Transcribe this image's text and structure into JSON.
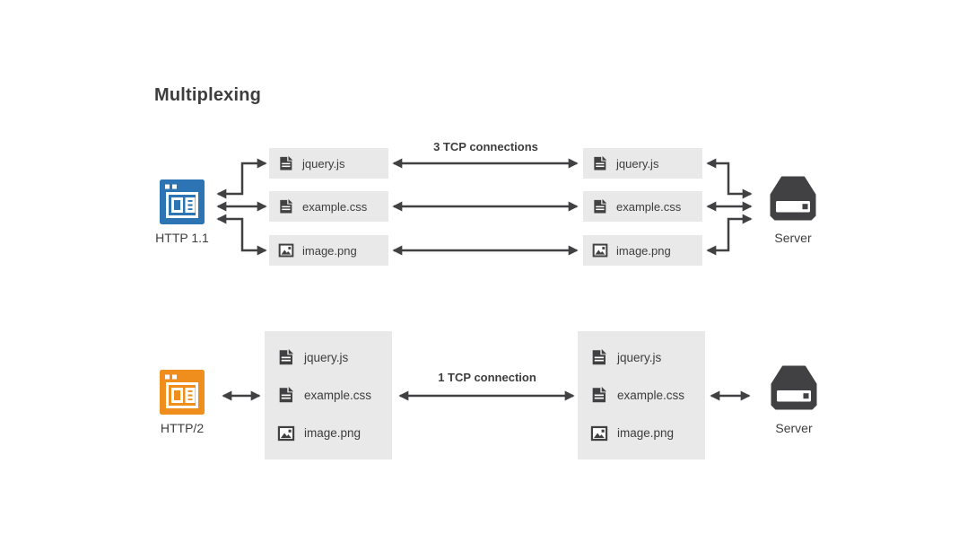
{
  "title": "Multiplexing",
  "colors": {
    "blue": "#2d74b5",
    "orange": "#ef8e1d",
    "dark": "#414042",
    "box-bg": "#e9e9e9",
    "text": "#3d3d3d"
  },
  "icons": {
    "client": "browser-window-icon",
    "script_file": "file-document-icon",
    "image_file": "image-icon",
    "server": "server-icon",
    "connection": "double-headed-arrow"
  },
  "http11": {
    "client": {
      "label": "HTTP 1.1"
    },
    "connection_label": "3 TCP connections",
    "server": {
      "label": "Server"
    },
    "client_files": [
      {
        "name": "jquery.js",
        "icon": "file-document-icon"
      },
      {
        "name": "example.css",
        "icon": "file-document-icon"
      },
      {
        "name": "image.png",
        "icon": "image-icon"
      }
    ],
    "server_files": [
      {
        "name": "jquery.js",
        "icon": "file-document-icon"
      },
      {
        "name": "example.css",
        "icon": "file-document-icon"
      },
      {
        "name": "image.png",
        "icon": "image-icon"
      }
    ]
  },
  "http2": {
    "client": {
      "label": "HTTP/2"
    },
    "connection_label": "1 TCP connection",
    "server": {
      "label": "Server"
    },
    "client_files": [
      {
        "name": "jquery.js",
        "icon": "file-document-icon"
      },
      {
        "name": "example.css",
        "icon": "file-document-icon"
      },
      {
        "name": "image.png",
        "icon": "image-icon"
      }
    ],
    "server_files": [
      {
        "name": "jquery.js",
        "icon": "file-document-icon"
      },
      {
        "name": "example.css",
        "icon": "file-document-icon"
      },
      {
        "name": "image.png",
        "icon": "image-icon"
      }
    ]
  }
}
